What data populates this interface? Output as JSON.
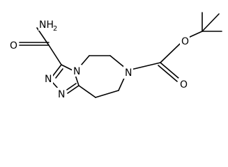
{
  "atoms": {
    "amide_n": "NH",
    "amide_n_h_count": "2",
    "amide_o": "O",
    "triazole_n4": "N",
    "triazole_n1": "N",
    "triazole_n2": "N",
    "diazepine_n7": "N",
    "ester_o_carbonyl": "O",
    "ester_o_alkoxy": "O"
  }
}
